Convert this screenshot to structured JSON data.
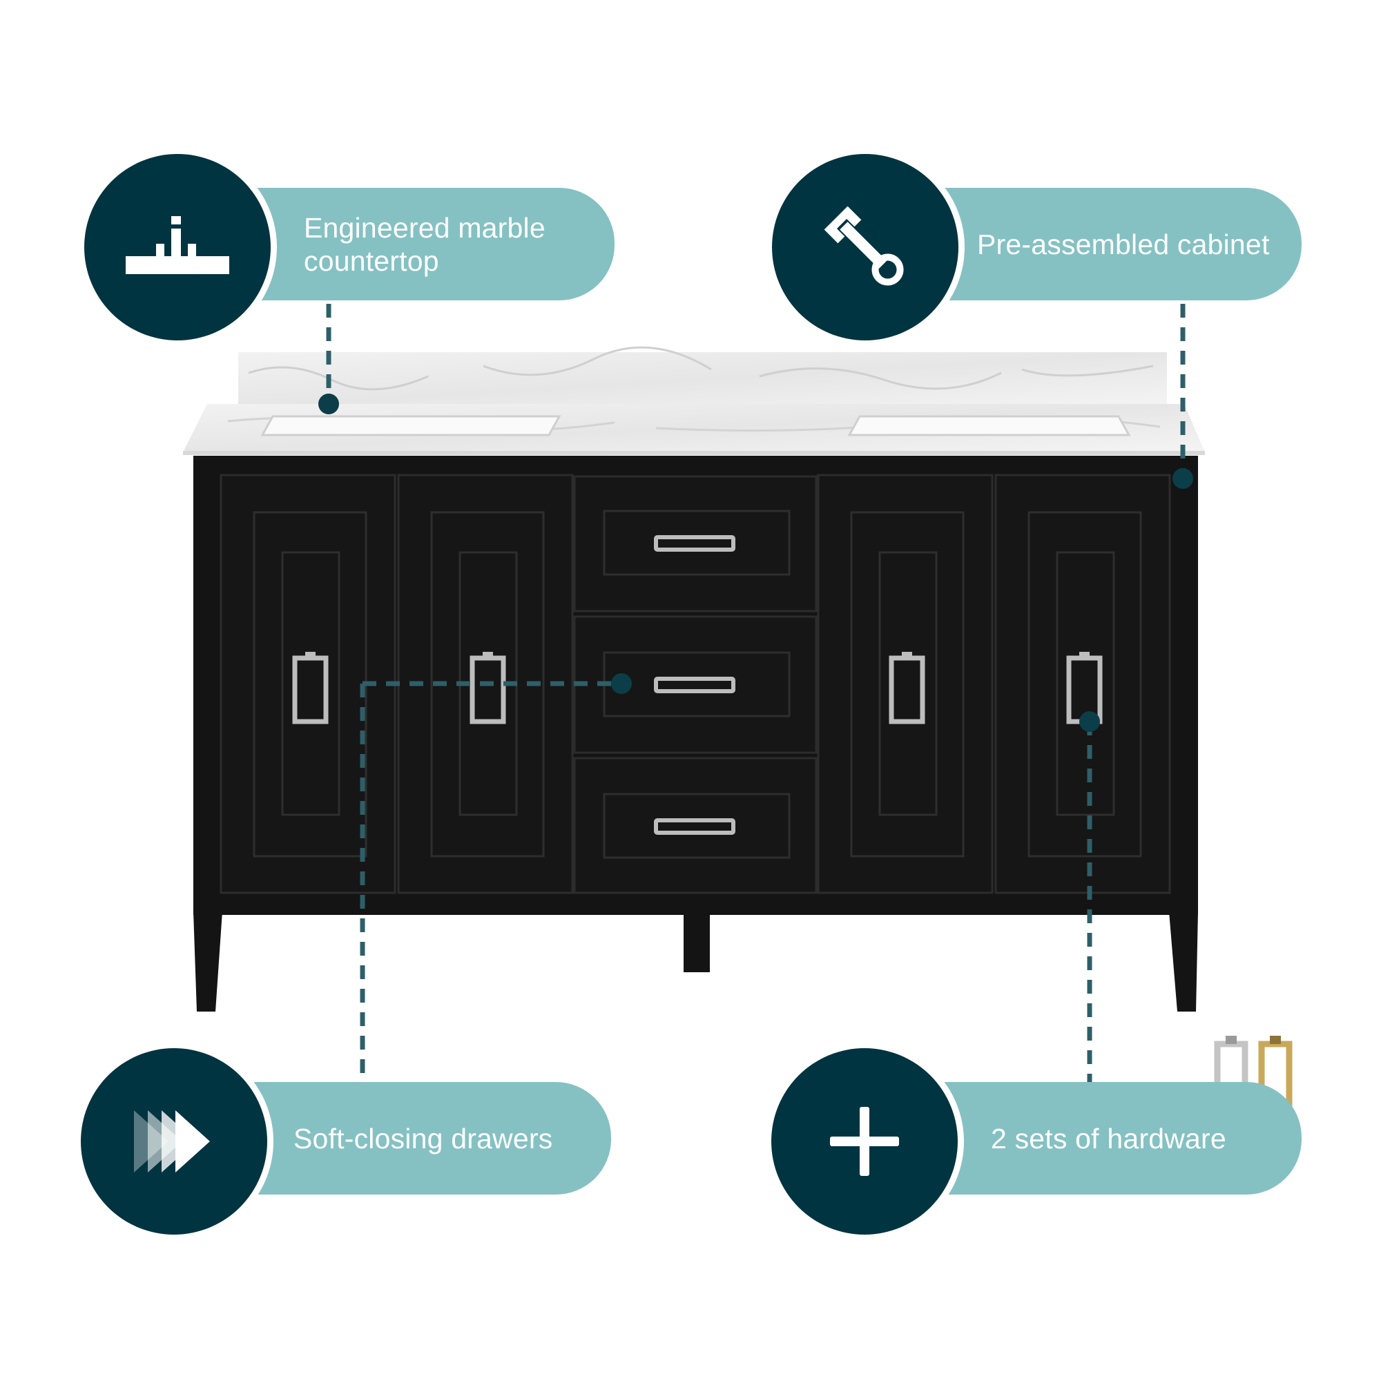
{
  "colors": {
    "accent_dark": "#003440",
    "accent_light": "#85c1c2",
    "cabinet": "#141414",
    "marble": "#eeeeee",
    "hardware_chrome": "#b9b9b9",
    "hardware_gold": "#c9a959"
  },
  "features": [
    {
      "label": "Engineered marble countertop",
      "icon": "countertop-icon"
    },
    {
      "label": "Pre-assembled cabinet",
      "icon": "wrench-icon"
    },
    {
      "label": "Soft-closing drawers",
      "icon": "fast-forward-icon"
    },
    {
      "label": "2 sets of hardware",
      "icon": "plus-icon"
    }
  ],
  "hardware_finishes": [
    "chrome",
    "gold"
  ]
}
